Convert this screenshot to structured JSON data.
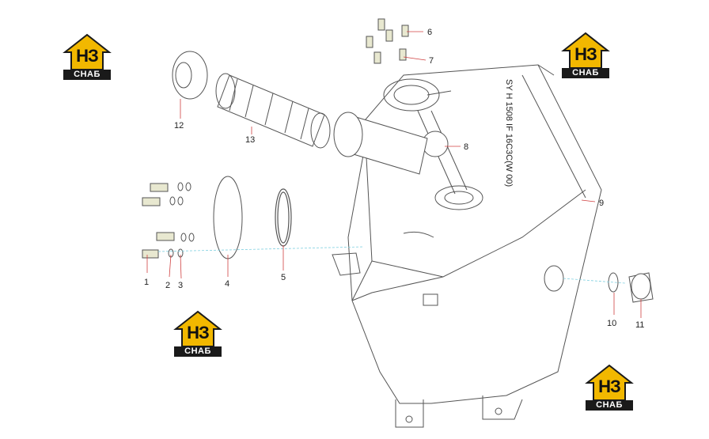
{
  "logo": {
    "letters": "НЗ",
    "word": "СНАБ",
    "colors": {
      "roof": "#f2b800",
      "dark": "#1a1a1a"
    }
  },
  "callouts": [
    "1",
    "2",
    "3",
    "4",
    "5",
    "6",
    "7",
    "8",
    "9",
    "10",
    "11",
    "12",
    "13"
  ],
  "tank_marking": "SY H 1508 IF 16C3C(W 00)",
  "colors": {
    "line": "#555555",
    "leader": "#d04040",
    "axis": "#7fd0e0"
  }
}
